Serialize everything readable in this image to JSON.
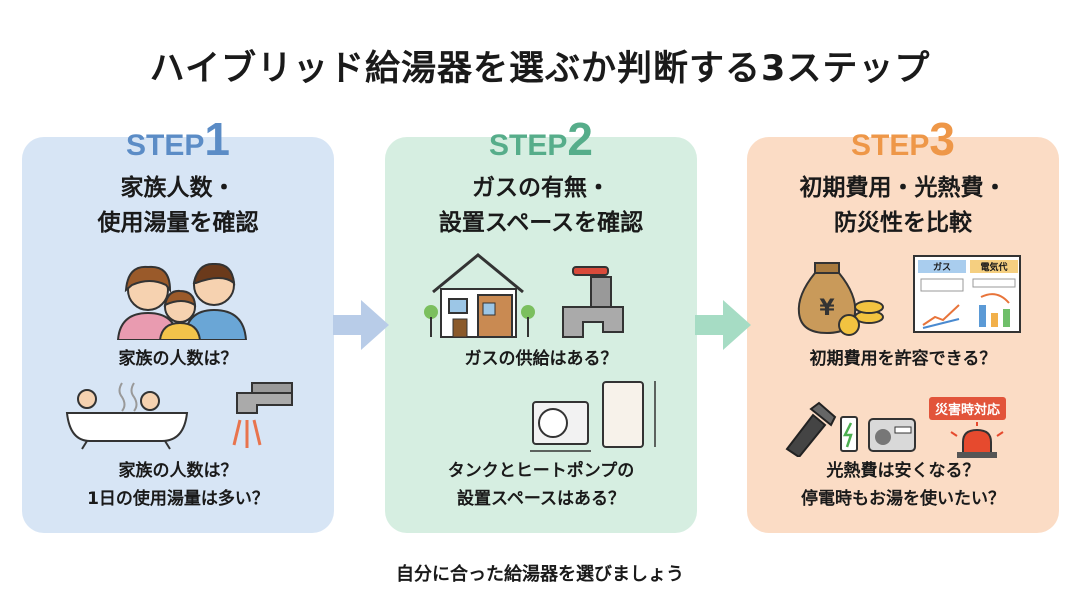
{
  "title": "ハイブリッド給湯器を選ぶか判断する3ステップ",
  "steps": [
    {
      "word": "STEP",
      "num": "1",
      "color": "#5b8cc6",
      "heading": [
        "家族人数・",
        "使用湯量を確認"
      ],
      "q1": "家族の人数は？",
      "q2": [
        "家族の人数は？",
        "1日の使用湯量は多い？"
      ]
    },
    {
      "word": "STEP",
      "num": "2",
      "color": "#56ad8a",
      "heading": [
        "ガスの有無・",
        "設置スペースを確認"
      ],
      "q1": "ガスの供給はある？",
      "q2": [
        "タンクとヒートポンプの",
        "設置スペースはある？"
      ]
    },
    {
      "word": "STEP",
      "num": "3",
      "color": "#ee9748",
      "heading": [
        "初期費用・光熱費・",
        "防災性を比較"
      ],
      "q1": "初期費用を許容できる？",
      "q2": [
        "光熱費は安くなる？",
        "停電時もお湯を使いたい？"
      ],
      "chart_labels": [
        "ガス",
        "電気代"
      ],
      "disaster_tag": "災害時対応",
      "yen": "¥"
    }
  ],
  "footer": "自分に合った給湯器を選びましょう"
}
